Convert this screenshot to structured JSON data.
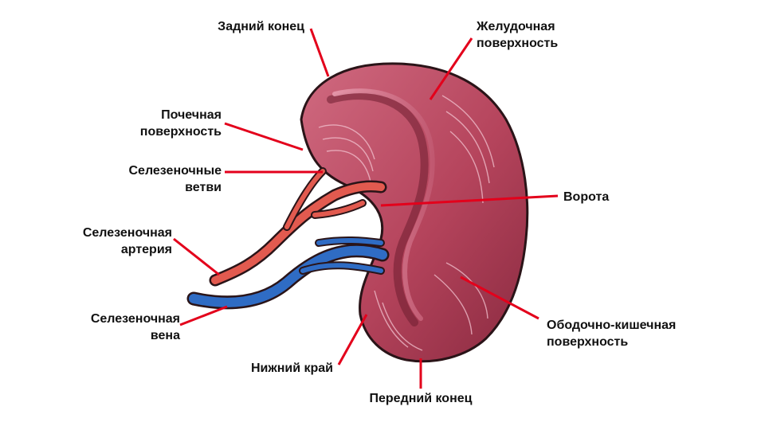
{
  "colors": {
    "leader_line": "#e3001b",
    "organ_fill": "#b9485f",
    "organ_dark": "#6e1d30",
    "artery": "#e25a4f",
    "vein": "#2f6cc4",
    "outline": "#2a1418"
  },
  "labels": {
    "posterior_end": [
      "Задний конец"
    ],
    "gastric_surface": [
      "Желудочная",
      "поверхность"
    ],
    "renal_surface": [
      "Почечная",
      "поверхность"
    ],
    "splenic_branches": [
      "Селезеночные",
      "ветви"
    ],
    "hilum": [
      "Ворота"
    ],
    "splenic_artery": [
      "Селезеночная",
      "артерия"
    ],
    "splenic_vein": [
      "Селезеночная",
      "вена"
    ],
    "colic_surface": [
      "Ободочно-кишечная",
      "поверхность"
    ],
    "inferior_border": [
      "Нижний край"
    ],
    "anterior_end": [
      "Передний конец"
    ]
  }
}
